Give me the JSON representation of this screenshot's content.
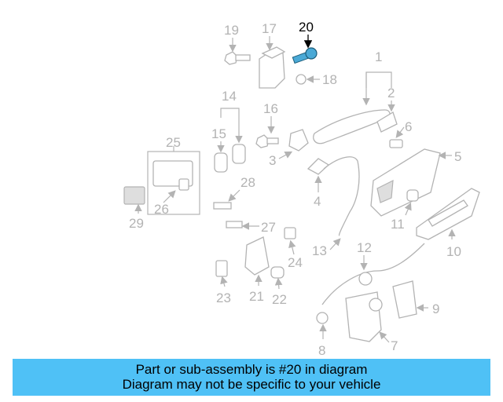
{
  "diagram": {
    "highlighted_part": "20",
    "labels": [
      "1",
      "2",
      "3",
      "4",
      "5",
      "6",
      "7",
      "8",
      "9",
      "10",
      "11",
      "12",
      "13",
      "14",
      "15",
      "16",
      "17",
      "18",
      "19",
      "20",
      "21",
      "22",
      "23",
      "24",
      "25",
      "26",
      "27",
      "28",
      "29"
    ]
  },
  "caption": {
    "line1": "Part or sub-assembly is #20 in diagram",
    "line2": "Diagram may not be specific to your vehicle"
  },
  "colors": {
    "banner": "#4fc1f6",
    "highlight_part": "#4aa9d6",
    "line_gray": "#b3b3b3"
  }
}
